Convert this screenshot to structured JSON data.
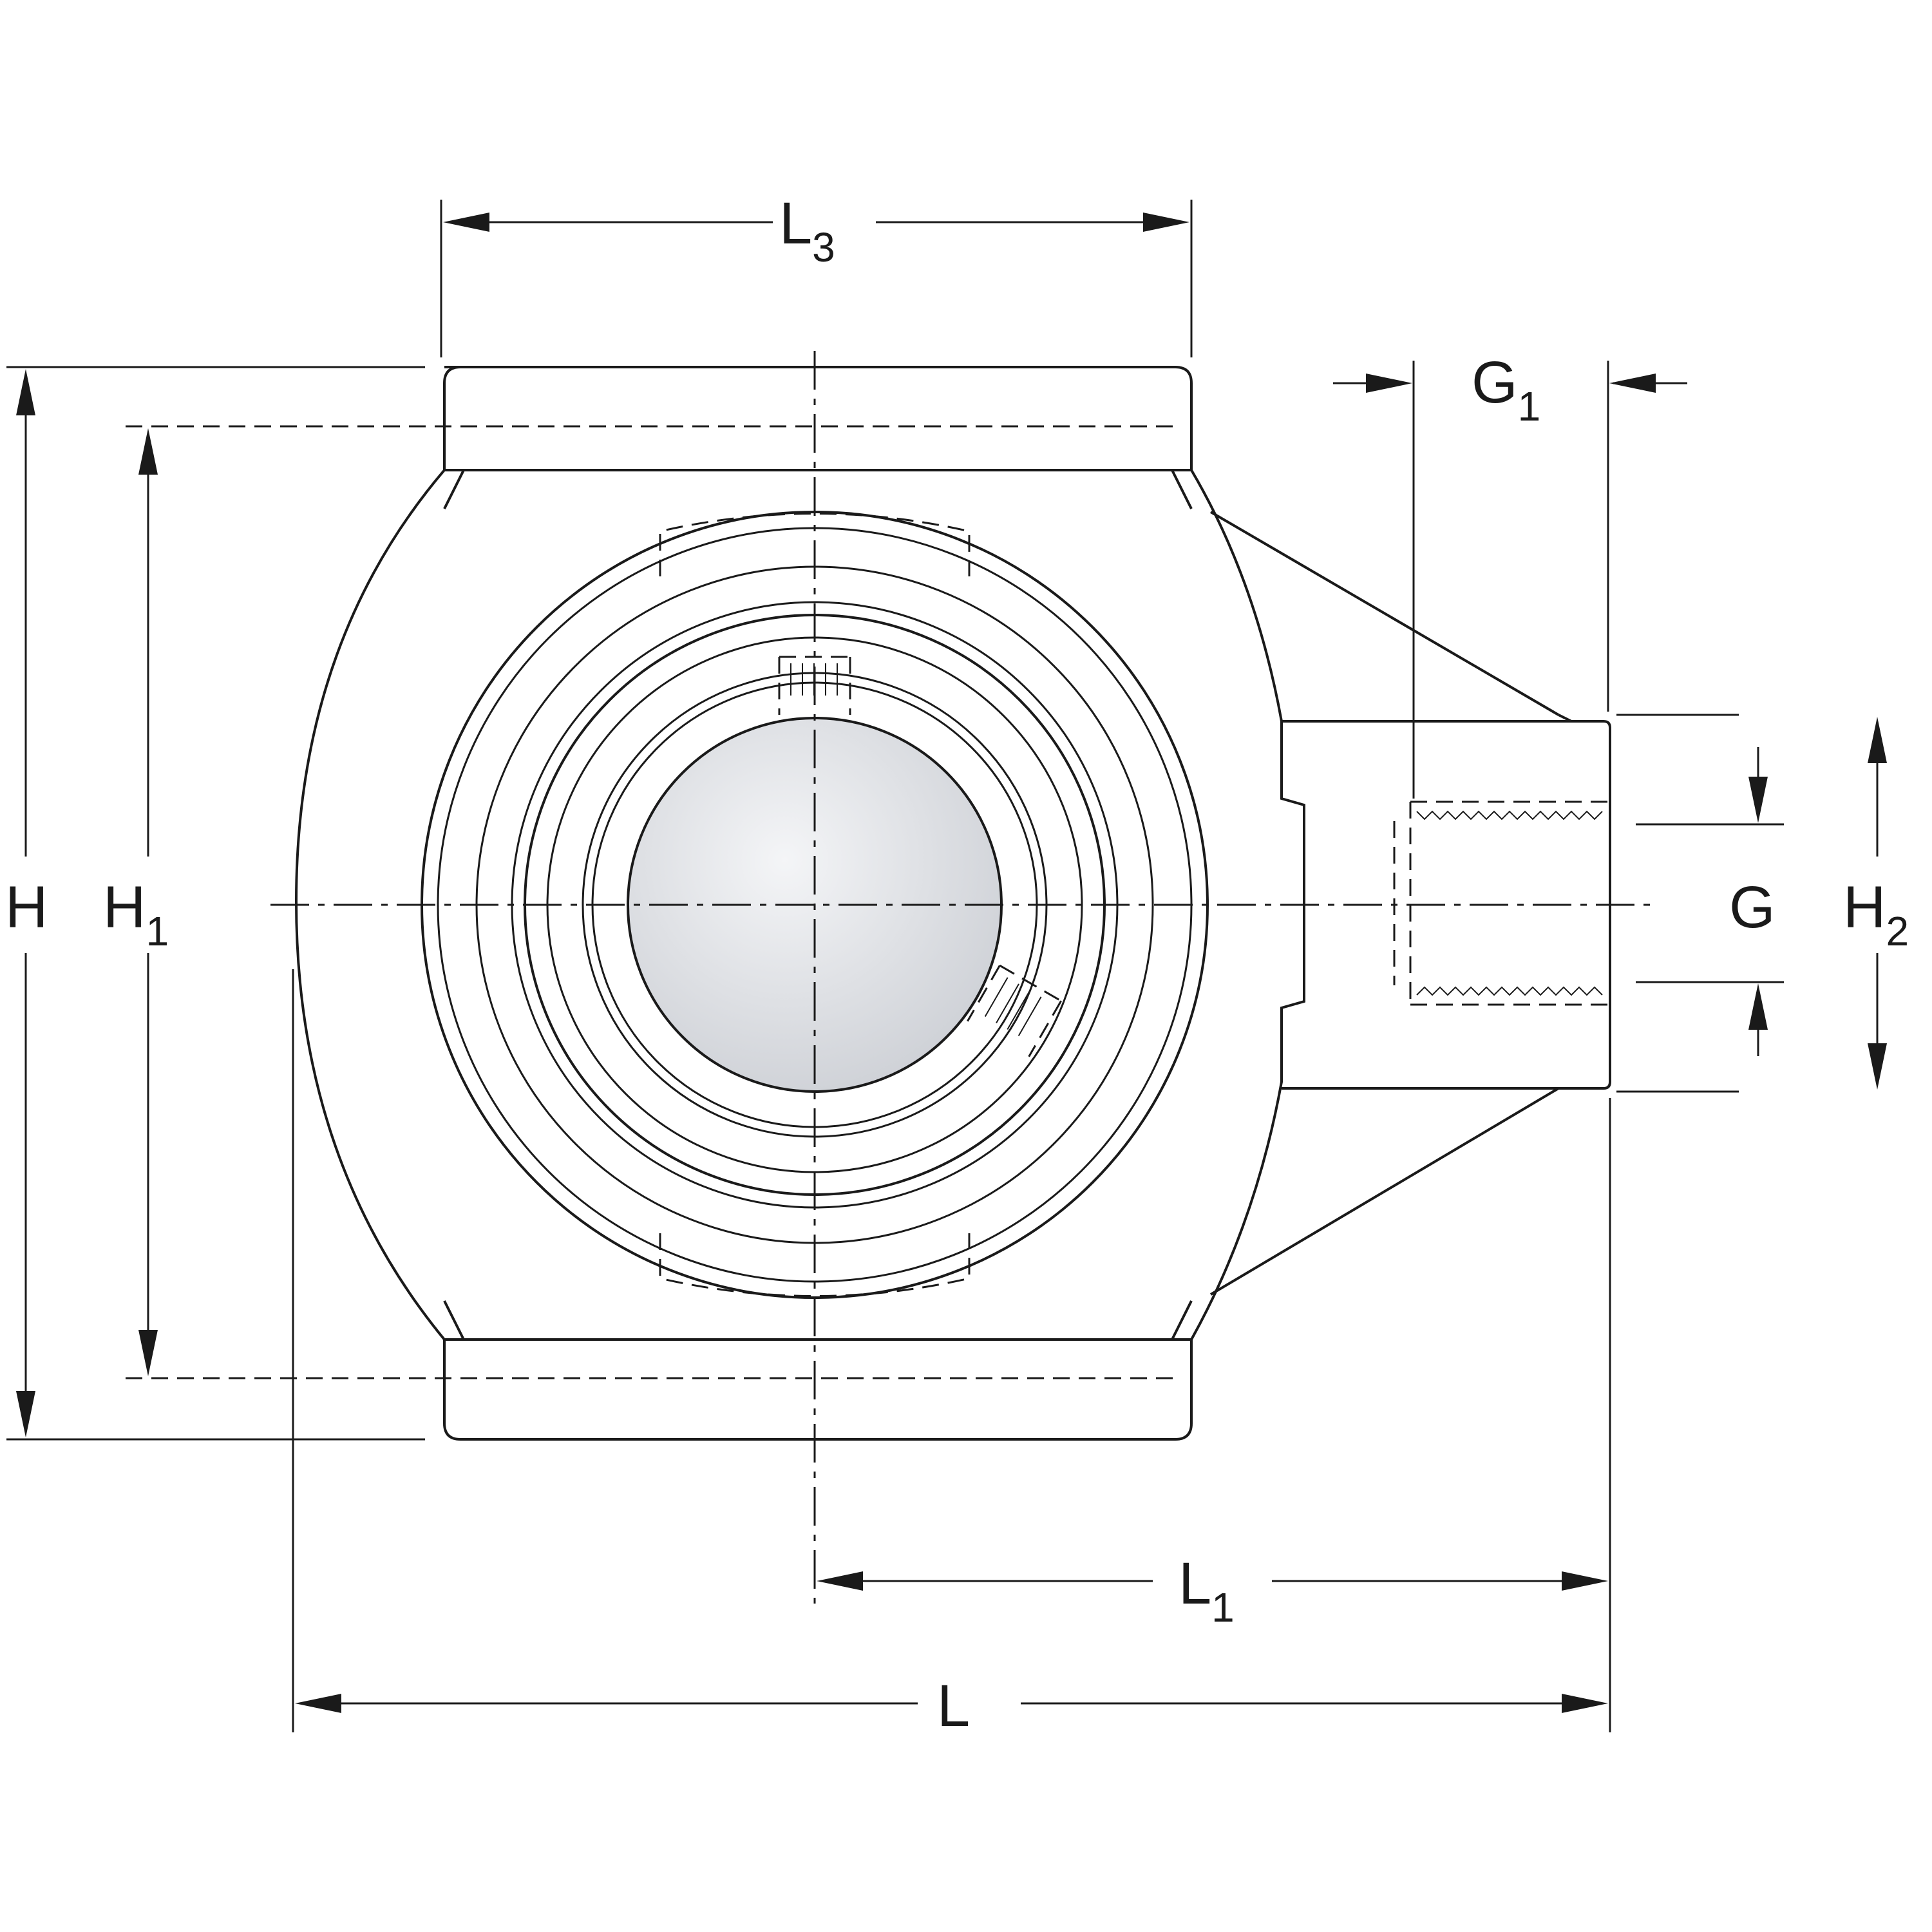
{
  "drawing": {
    "colors": {
      "line": "#1a1a1a",
      "background": "#ffffff",
      "shaft_light": "#f4f5f7",
      "shaft_dark": "#c9ccd2"
    },
    "labels": {
      "L3": {
        "main": "L",
        "sub": "3"
      },
      "G1": {
        "main": "G",
        "sub": "1"
      },
      "H": {
        "main": "H",
        "sub": ""
      },
      "H1": {
        "main": "H",
        "sub": "1"
      },
      "G": {
        "main": "G",
        "sub": ""
      },
      "H2": {
        "main": "H",
        "sub": "2"
      },
      "L1": {
        "main": "L",
        "sub": "1"
      },
      "L": {
        "main": "L",
        "sub": ""
      }
    }
  }
}
